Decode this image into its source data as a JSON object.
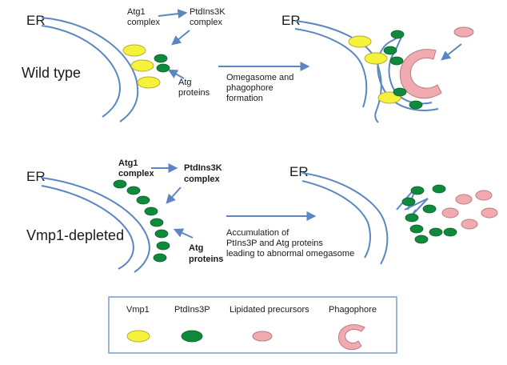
{
  "top": {
    "er_left": "ER",
    "er_right": "ER",
    "condition": "Wild type",
    "atg1_line1": "Atg1",
    "atg1_line2": "complex",
    "ptdins_line1": "PtdIns3K",
    "ptdins_line2": "complex",
    "atg_line1": "Atg",
    "atg_line2": "proteins",
    "process_line1": "Omegasome and",
    "process_line2": "phagophore",
    "process_line3": "formation"
  },
  "bottom": {
    "er_left": "ER",
    "er_right": "ER",
    "condition": "Vmp1-depleted",
    "atg1_line1": "Atg1",
    "atg1_line2": "complex",
    "ptdins_line1": "PtdIns3K",
    "ptdins_line2": "complex",
    "atg_line1": "Atg",
    "atg_line2": "proteins",
    "process_line1": "Accumulation of",
    "process_line2": "PtIns3P and Atg proteins",
    "process_line3": "leading to abnormal omegasome"
  },
  "legend": {
    "items": [
      "Vmp1",
      "PtdIns3P",
      "Lipidated precursors",
      "Phagophore"
    ]
  },
  "colors": {
    "membrane": "#5b86c2",
    "vmp1": "#f5f23c",
    "ptdins3p": "#0f8a3c",
    "lipidated": "#f0aab0",
    "legend_border": "#7a9cc9"
  }
}
